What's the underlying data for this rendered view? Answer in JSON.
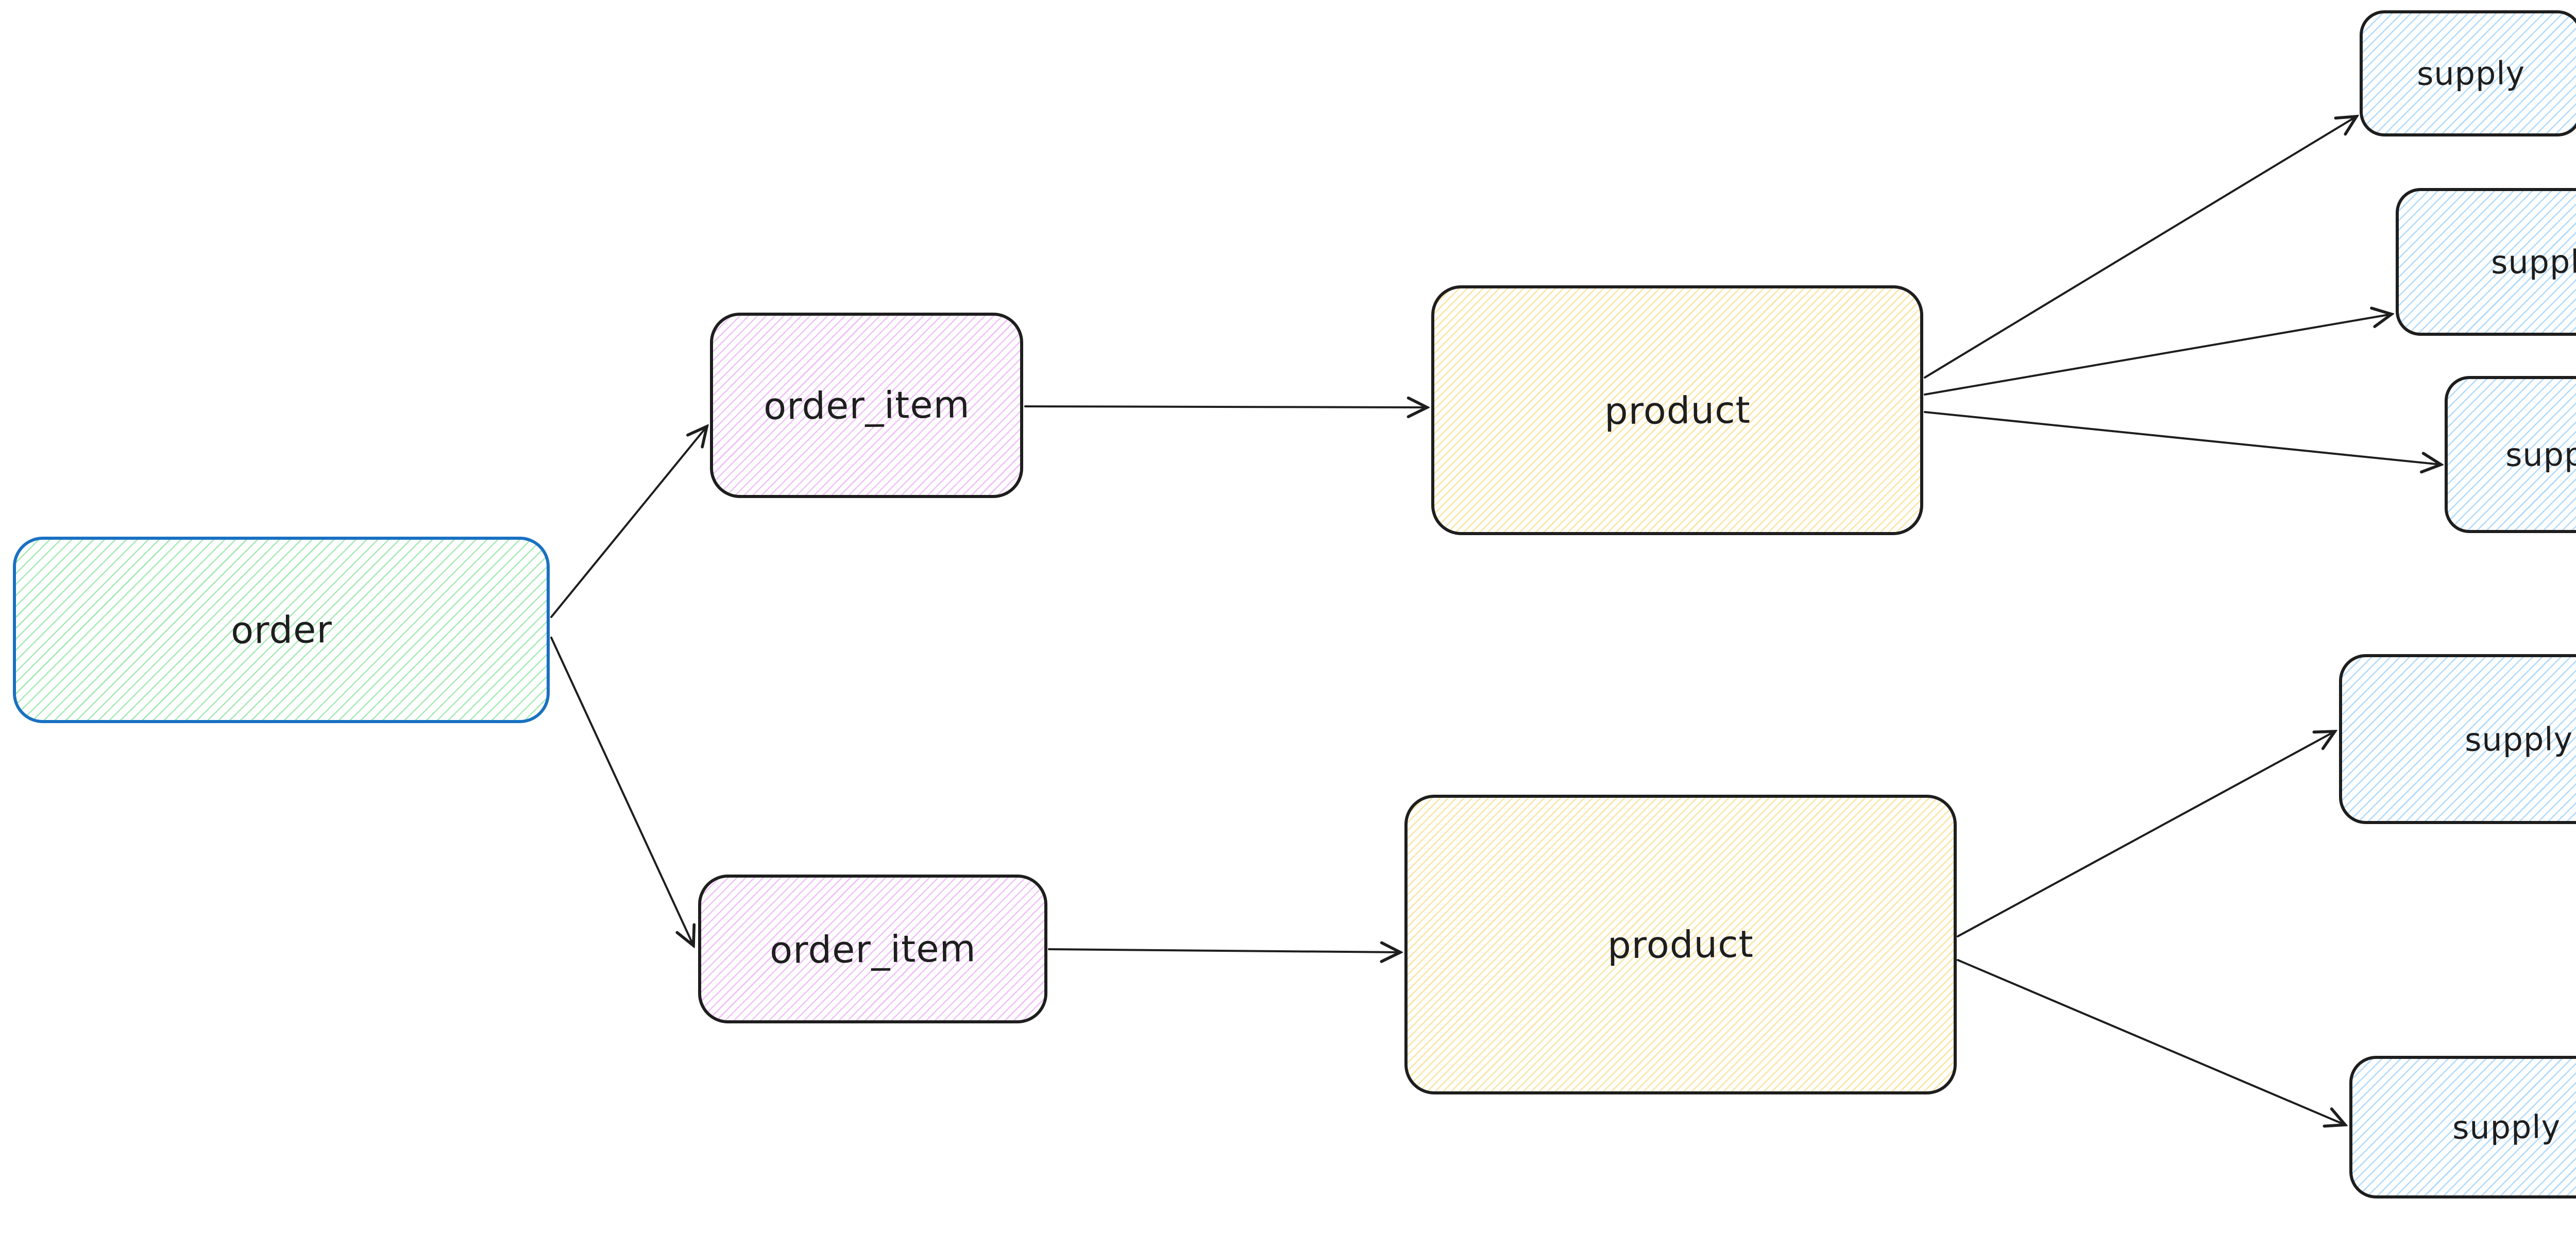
{
  "app": {
    "type": "hand-drawn entity relationship diagram",
    "canvas_background": "#ffffff"
  },
  "diagram": {
    "arrow_color": "#1e1e1e",
    "nodes": [
      {
        "id": "order",
        "label": "order",
        "fill_color": "#77dd8e",
        "stroke_color": "#1971c2"
      },
      {
        "id": "order_item_top",
        "label": "order_item",
        "fill_color": "#e9a8f5",
        "stroke_color": "#1e1e1e"
      },
      {
        "id": "order_item_bottom",
        "label": "order_item",
        "fill_color": "#e9a8f5",
        "stroke_color": "#1e1e1e"
      },
      {
        "id": "product_top",
        "label": "product",
        "fill_color": "#f9dd8a",
        "stroke_color": "#1e1e1e"
      },
      {
        "id": "product_bottom",
        "label": "product",
        "fill_color": "#f9dd8a",
        "stroke_color": "#1e1e1e"
      },
      {
        "id": "supply_top_1",
        "label": "supply",
        "fill_color": "#90caf9",
        "stroke_color": "#1e1e1e"
      },
      {
        "id": "supply_top_2",
        "label": "supply",
        "fill_color": "#90caf9",
        "stroke_color": "#1e1e1e"
      },
      {
        "id": "supply_top_3",
        "label": "supply",
        "fill_color": "#90caf9",
        "stroke_color": "#1e1e1e"
      },
      {
        "id": "supply_bottom_1",
        "label": "supply",
        "fill_color": "#90caf9",
        "stroke_color": "#1e1e1e"
      },
      {
        "id": "supply_bottom_2",
        "label": "supply",
        "fill_color": "#90caf9",
        "stroke_color": "#1e1e1e"
      }
    ],
    "edges": [
      {
        "from": "order",
        "to": "order_item_top"
      },
      {
        "from": "order",
        "to": "order_item_bottom"
      },
      {
        "from": "order_item_top",
        "to": "product_top"
      },
      {
        "from": "order_item_bottom",
        "to": "product_bottom"
      },
      {
        "from": "product_top",
        "to": "supply_top_1"
      },
      {
        "from": "product_top",
        "to": "supply_top_2"
      },
      {
        "from": "product_top",
        "to": "supply_top_3"
      },
      {
        "from": "product_bottom",
        "to": "supply_bottom_1"
      },
      {
        "from": "product_bottom",
        "to": "supply_bottom_2"
      }
    ]
  }
}
